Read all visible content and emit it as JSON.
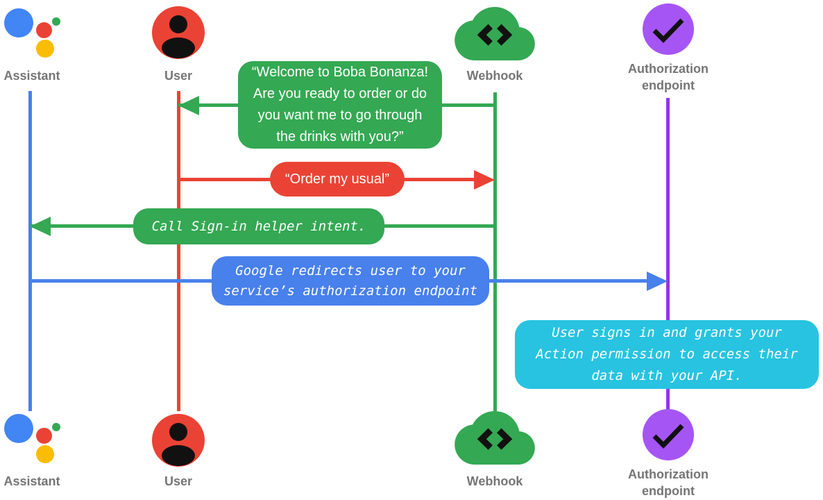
{
  "diagram_type": "sequence-diagram",
  "actors": [
    {
      "id": "assistant",
      "label": "Assistant",
      "icon": "google-assistant-icon",
      "color": "#4880EC"
    },
    {
      "id": "user",
      "label": "User",
      "icon": "person-icon",
      "color": "#EA4335"
    },
    {
      "id": "webhook",
      "label": "Webhook",
      "icon": "cloud-code-icon",
      "color": "#34A853"
    },
    {
      "id": "authorization-endpoint",
      "label": "Authorization endpoint",
      "icon": "check-circle-icon",
      "color": "#9334E6"
    }
  ],
  "messages": [
    {
      "from": "webhook",
      "to": "user",
      "style": "speech",
      "text": "“Welcome to Boba Bonanza!\nAre you ready to order or do\nyou want me to go through\nthe drinks with you?”",
      "color": "#34A853"
    },
    {
      "from": "user",
      "to": "webhook",
      "style": "speech",
      "text": "“Order my usual”",
      "color": "#EA4335"
    },
    {
      "from": "webhook",
      "to": "assistant",
      "style": "code",
      "text": "Call Sign-in helper intent.",
      "color": "#34A853"
    },
    {
      "from": "assistant",
      "to": "authorization-endpoint",
      "style": "code",
      "text": "Google redirects user to your\nservice’s authorization endpoint",
      "color": "#4880EC"
    },
    {
      "at": "authorization-endpoint",
      "style": "code-note",
      "text": "User signs in and grants your\nAction permission to access their\ndata with your API.",
      "color": "#28C3E1"
    }
  ],
  "colors": {
    "blue": "#4880EC",
    "red": "#EA4335",
    "green": "#34A853",
    "purple_line": "#9334E6",
    "purple_circle": "#A655F5",
    "cyan": "#28C3E1",
    "yellow": "#FBBC04",
    "assistant_blue": "#4285F4",
    "label_gray": "#757575",
    "glyph_black": "#111111",
    "background": "#FFFFFF",
    "bubble_text": "#FFFFFF"
  }
}
